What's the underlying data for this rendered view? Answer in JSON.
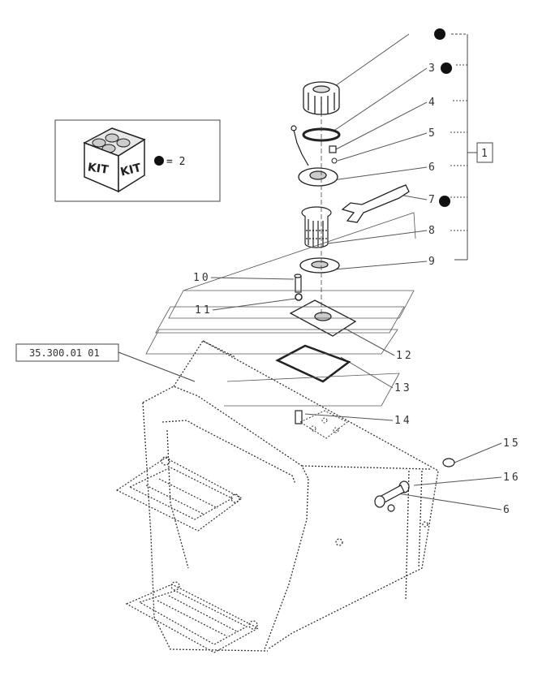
{
  "legend": {
    "kit_label": "KIT",
    "equals_text": "= 2",
    "marker_color": "#111111"
  },
  "reference_box": {
    "text": "35.300.01 01"
  },
  "group_box": {
    "number": "1"
  },
  "callouts": {
    "c3": "3",
    "c4": "4",
    "c5": "5",
    "c6a": "6",
    "c7": "7",
    "c8": "8",
    "c9": "9",
    "c10": "10",
    "c11": "11",
    "c12": "12",
    "c13": "13",
    "c14": "14",
    "c15": "15",
    "c16": "16",
    "c6b": "6"
  },
  "kit_markers": [
    "callout-1-top",
    "callout-3",
    "callout-7"
  ]
}
